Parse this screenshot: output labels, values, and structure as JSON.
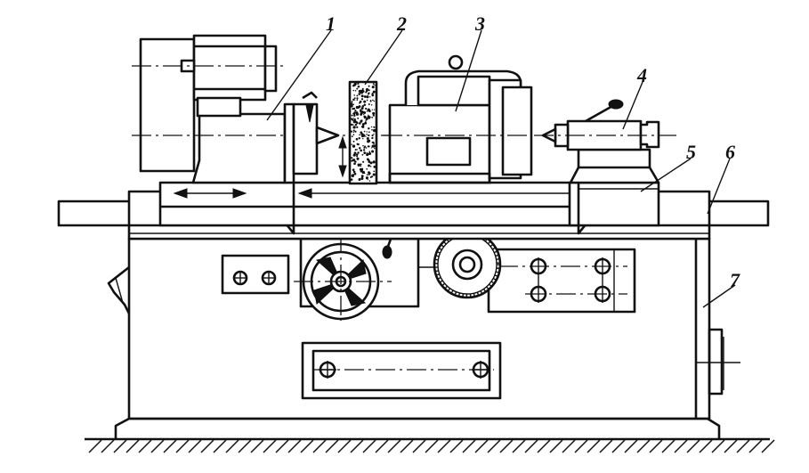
{
  "figure": {
    "labels": [
      {
        "key": "headstock",
        "text": "1"
      },
      {
        "key": "grinding_wheel",
        "text": "2"
      },
      {
        "key": "wheel_head",
        "text": "3"
      },
      {
        "key": "tailstock",
        "text": "4"
      },
      {
        "key": "upper_table",
        "text": "5"
      },
      {
        "key": "lower_table",
        "text": "6"
      },
      {
        "key": "bed",
        "text": "7"
      }
    ],
    "colors": {
      "line": "#111111",
      "background": "#ffffff"
    }
  }
}
